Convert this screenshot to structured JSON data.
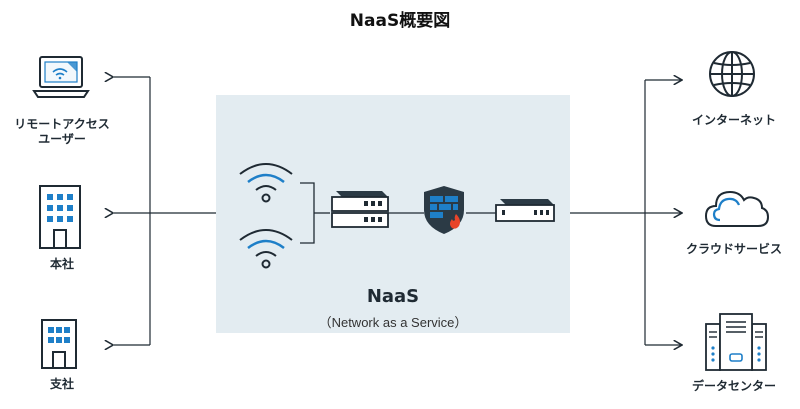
{
  "title": "NaaS概要図",
  "center": {
    "name": "NaaS",
    "subtitle": "（Network as a Service）"
  },
  "left_nodes": [
    {
      "label_line1": "リモートアクセス",
      "label_line2": "ユーザー",
      "icon": "laptop-wifi-icon"
    },
    {
      "label_line1": "本社",
      "icon": "office-building-icon"
    },
    {
      "label_line1": "支社",
      "icon": "branch-building-icon"
    }
  ],
  "right_nodes": [
    {
      "label": "インターネット",
      "icon": "globe-icon"
    },
    {
      "label": "クラウドサービス",
      "icon": "cloud-icon"
    },
    {
      "label": "データセンター",
      "icon": "server-rack-icon"
    }
  ],
  "colors": {
    "panel_bg": "#e3ecf1",
    "accent_blue": "#1e7fc8",
    "dark": "#1f2a33",
    "fire": "#e8442a"
  }
}
